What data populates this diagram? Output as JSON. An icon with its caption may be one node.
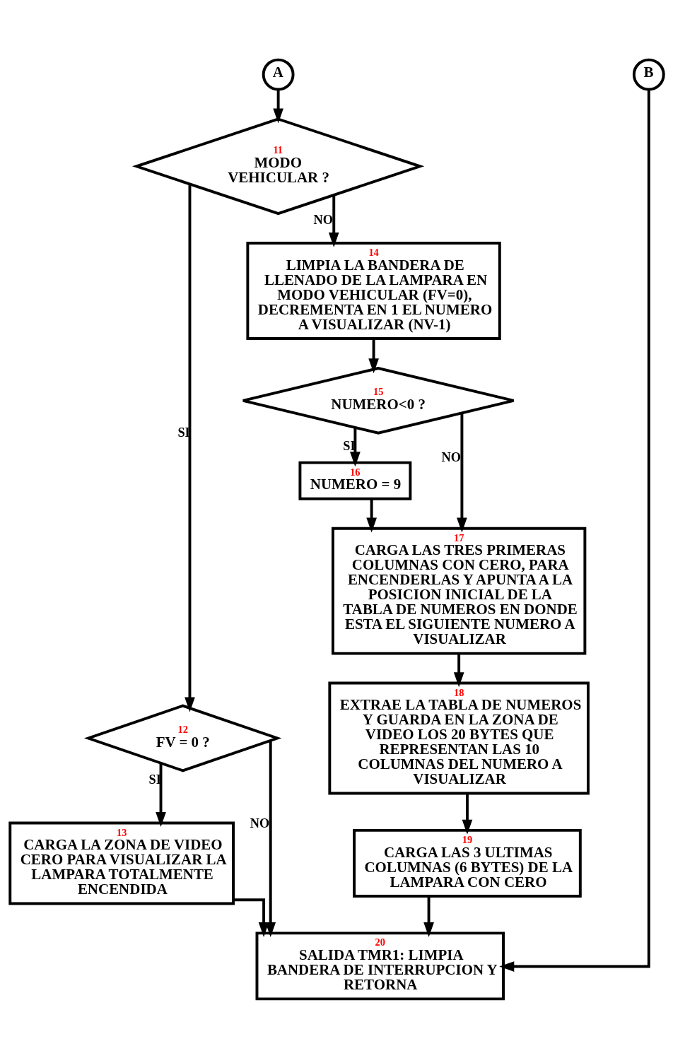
{
  "diagram": {
    "nodes": [
      {
        "text": [
          "A"
        ]
      },
      {
        "text": [
          "B"
        ]
      },
      {
        "text": [
          "11",
          "MODO VEHICULAR ?"
        ]
      },
      {
        "text": [
          "12",
          "FV = 0 ?"
        ]
      },
      {
        "text": [
          "13",
          "CARGA LA ZONA DE VIDEO CERO PARA VISUALIZAR LA LAMPARA TOTALMENTE ENCENDIDA"
        ]
      },
      {
        "text": [
          "14",
          "LIMPIA LA BANDERA DE LLENADO DE LA LAMPARA EN MODO VEHICULAR (FV=0), DECREMENTA EN 1 EL NUMERO A VISUALIZAR (NV-1)"
        ]
      },
      {
        "text": [
          "15",
          "NUMERO<0 ?"
        ]
      },
      {
        "text": [
          "16",
          "NUMERO = 9"
        ]
      },
      {
        "text": [
          "17",
          "CARGA LAS TRES PRIMERAS COLUMNAS CON CERO, PARA ENCENDERLAS Y APUNTA A LA POSICION INICIAL DE LA TABLA DE NUMEROS EN DONDE ESTA EL SIGUIENTE NUMERO A VISUALIZAR"
        ]
      },
      {
        "text": [
          "18",
          "EXTRAE LA TABLA DE NUMEROS Y GUARDA EN LA ZONA DE VIDEO LOS 20 BYTES QUE REPRESENTAN LAS 10 COLUMNAS DEL NUMERO A VISUALIZAR"
        ]
      },
      {
        "text": [
          "19",
          "CARGA LAS 3 ULTIMAS COLUMNAS (6 BYTES) DE LA LAMPARA CON CERO"
        ]
      },
      {
        "text": [
          "20",
          "SALIDA TMR1: LIMPIA BANDERA DE INTERRUPCION Y RETORNA"
        ]
      }
    ],
    "edges": [
      {
        "from": 0,
        "to": 2,
        "arrow": "to"
      },
      {
        "from": 2,
        "to": 3,
        "label": "SI",
        "arrow": "to"
      },
      {
        "from": 2,
        "to": 5,
        "label": "NO",
        "arrow": "to"
      },
      {
        "from": 3,
        "to": 11,
        "label": "NO",
        "arrow": "to"
      },
      {
        "from": 3,
        "to": 4,
        "label": "SI",
        "arrow": "to"
      },
      {
        "from": 4,
        "to": 11,
        "arrow": "to"
      },
      {
        "from": 1,
        "to": 11,
        "arrow": "to"
      },
      {
        "from": 5,
        "to": 6,
        "arrow": "to"
      },
      {
        "from": 6,
        "to": 8,
        "label": "NO",
        "arrow": "to"
      },
      {
        "from": 6,
        "to": 7,
        "label": "SI",
        "arrow": "to"
      },
      {
        "from": 7,
        "to": 8,
        "arrow": "to"
      },
      {
        "from": 8,
        "to": 9,
        "arrow": "to"
      },
      {
        "from": 9,
        "to": 10,
        "arrow": "to"
      },
      {
        "from": 10,
        "to": 11,
        "arrow": "to"
      }
    ]
  }
}
